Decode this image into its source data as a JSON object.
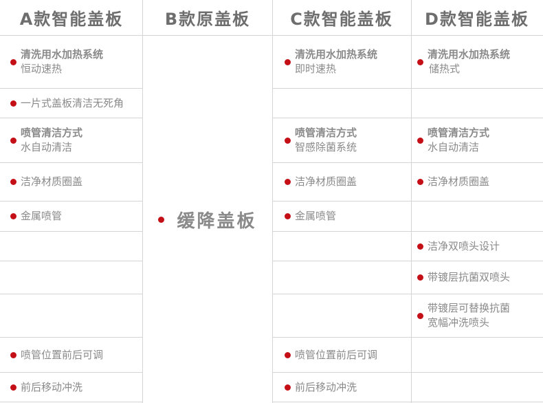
{
  "headers": [
    "A款智能盖板",
    "B款原盖板",
    "C款智能盖板",
    "D款智能盖板"
  ],
  "b_feature": "缓降盖板",
  "a": {
    "r1_title": "清洗用水加热系统",
    "r1_sub": "恒动速热",
    "r2": "一片式盖板清洁无死角",
    "r3_title": "喷管清洁方式",
    "r3_sub": "水自动清洁",
    "r4": "洁净材质圈盖",
    "r5": "金属喷管",
    "r9": "喷管位置前后可调",
    "r10": "前后移动冲洗"
  },
  "c": {
    "r1_title": "清洗用水加热系统",
    "r1_sub": "即时速热",
    "r3_title": "喷管清洁方式",
    "r3_sub": "智感除菌系统",
    "r4": "洁净材质圈盖",
    "r5": "金属喷管",
    "r9": "喷管位置前后可调",
    "r10": "前后移动冲洗"
  },
  "d": {
    "r1_title": "清洗用水加热系统",
    "r1_sub": "储热式",
    "r3_title": "喷管清洁方式",
    "r3_sub": "水自动清洁",
    "r4": "洁净材质圈盖",
    "r6": "洁净双喷头设计",
    "r7": "带镀层抗菌双喷头",
    "r8_line1": "带镀层可替换抗菌",
    "r8_line2": "宽幅冲洗喷头"
  },
  "colors": {
    "dot": "#c40f16",
    "line": "#d4d4d4",
    "text": "#8a8a8a",
    "header": "#6e6e6e"
  }
}
